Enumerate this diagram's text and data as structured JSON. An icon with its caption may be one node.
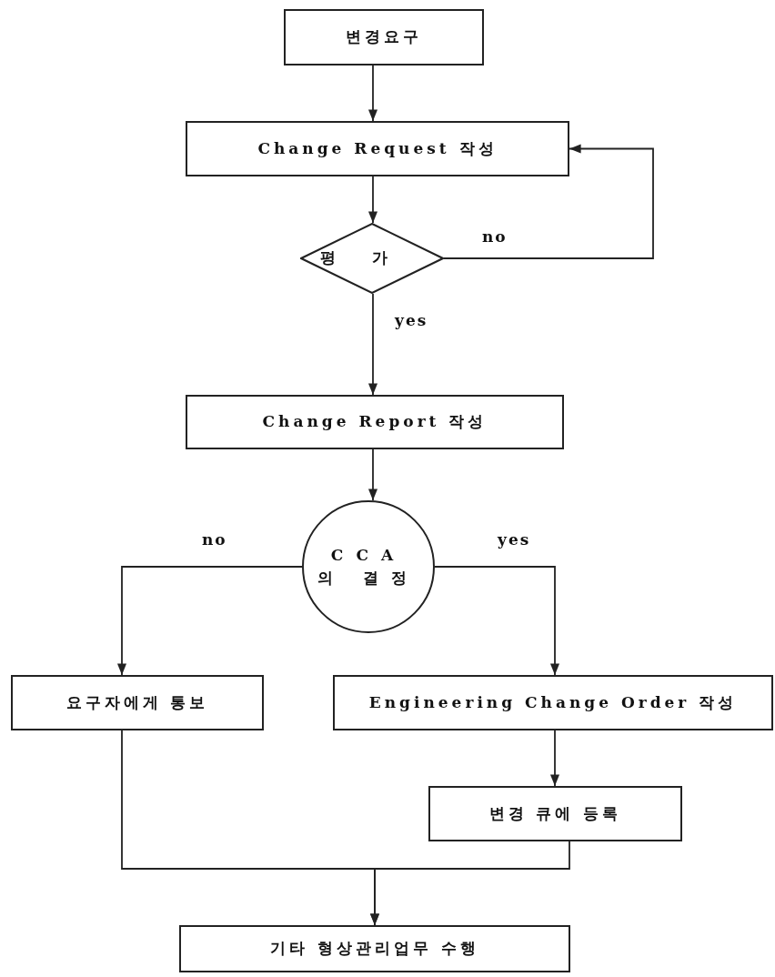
{
  "diagram": {
    "nodes": [
      {
        "text": [
          "변경요구"
        ]
      },
      {
        "text": [
          "Change Request 작성"
        ]
      },
      {
        "text": [
          "평가"
        ]
      },
      {
        "text": [
          "Change Report 작성"
        ]
      },
      {
        "text": [
          "CCA",
          "의 결정"
        ]
      },
      {
        "text": [
          "요구자에게 통보"
        ]
      },
      {
        "text": [
          "Engineering Change Order 작성"
        ]
      },
      {
        "text": [
          "변경 큐에 등록"
        ]
      },
      {
        "text": [
          "기타 형상관리업무 수행"
        ]
      }
    ],
    "edges": [
      {
        "from": 0,
        "to": 1,
        "arrow": "to"
      },
      {
        "from": 1,
        "to": 2,
        "arrow": "to"
      },
      {
        "from": 2,
        "to": 1,
        "arrow": "to",
        "label": "no"
      },
      {
        "from": 2,
        "to": 3,
        "arrow": "to",
        "label": "yes"
      },
      {
        "from": 3,
        "to": 4,
        "arrow": "to"
      },
      {
        "from": 4,
        "to": 5,
        "arrow": "to",
        "label": "no"
      },
      {
        "from": 4,
        "to": 6,
        "arrow": "to",
        "label": "yes"
      },
      {
        "from": 6,
        "to": 7,
        "arrow": "to"
      },
      {
        "from": 5,
        "to": 8,
        "arrow": "to"
      },
      {
        "from": 7,
        "to": 8,
        "arrow": "to"
      }
    ]
  }
}
